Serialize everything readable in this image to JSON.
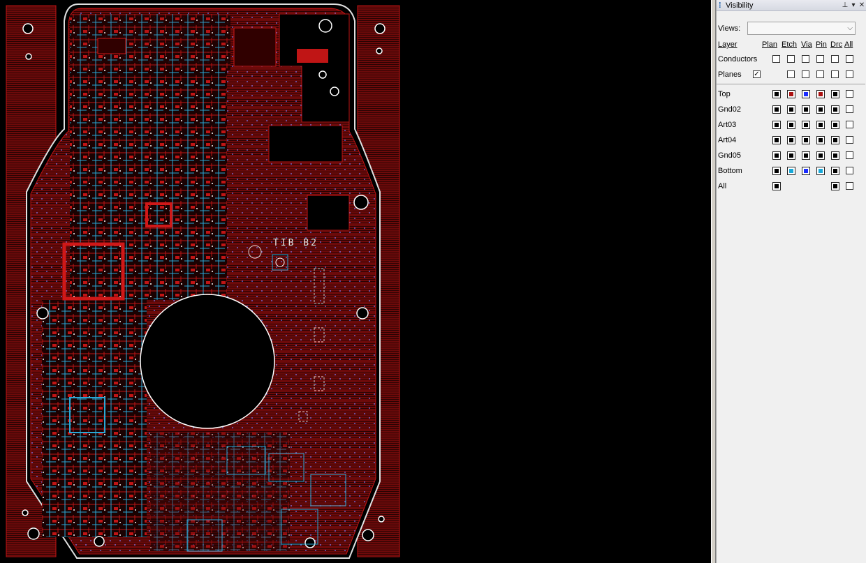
{
  "canvas": {
    "board_text": "TIB B2",
    "background": "#000000"
  },
  "panel": {
    "title": "Visibility",
    "views_label": "Views:",
    "views_value": "",
    "headers": {
      "layer": "Layer",
      "plan": "Plan",
      "etch": "Etch",
      "via": "Via",
      "pin": "Pin",
      "drc": "Drc",
      "all": "All"
    },
    "conductors_label": "Conductors",
    "planes_label": "Planes",
    "planes_checked": true,
    "layers": [
      {
        "name": "Top",
        "colors": [
          "#000000",
          "#aa1111",
          "#1a2cff",
          "#aa1111",
          "#000000"
        ]
      },
      {
        "name": "Gnd02",
        "colors": [
          "#000000",
          "#000000",
          "#000000",
          "#000000",
          "#000000"
        ]
      },
      {
        "name": "Art03",
        "colors": [
          "#000000",
          "#000000",
          "#000000",
          "#000000",
          "#000000"
        ]
      },
      {
        "name": "Art04",
        "colors": [
          "#000000",
          "#000000",
          "#000000",
          "#000000",
          "#000000"
        ]
      },
      {
        "name": "Gnd05",
        "colors": [
          "#000000",
          "#000000",
          "#000000",
          "#000000",
          "#000000"
        ]
      },
      {
        "name": "Bottom",
        "colors": [
          "#000000",
          "#18a8d8",
          "#1a2cff",
          "#18a8d8",
          "#000000"
        ]
      },
      {
        "name": "All",
        "colors": [
          "#000000",
          null,
          null,
          null,
          "#000000"
        ]
      }
    ]
  }
}
